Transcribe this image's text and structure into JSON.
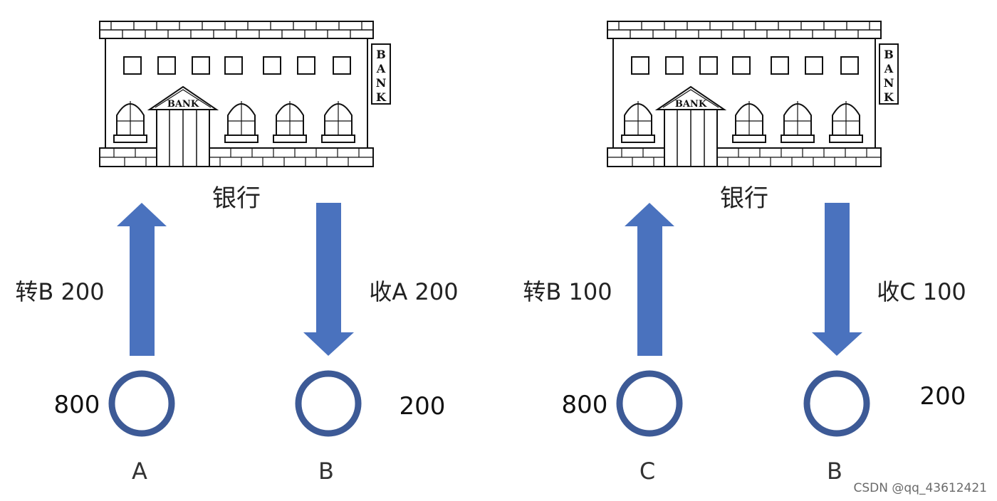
{
  "colors": {
    "arrow": "#4A72BE",
    "node_ring": "#3D5A96",
    "ink": "#111111"
  },
  "left_panel": {
    "bank_label": "银行",
    "sign_letters": [
      "B",
      "A",
      "N",
      "K"
    ],
    "pediment_text": "BANK",
    "send": {
      "label": "转B 200"
    },
    "receive": {
      "label": "收A 200"
    },
    "sender": {
      "name": "A",
      "balance": "800"
    },
    "receiver": {
      "name": "B",
      "balance": "200"
    }
  },
  "right_panel": {
    "bank_label": "银行",
    "sign_letters": [
      "B",
      "A",
      "N",
      "K"
    ],
    "pediment_text": "BANK",
    "send": {
      "label": "转B 100"
    },
    "receive": {
      "label": "收C 100"
    },
    "sender": {
      "name": "C",
      "balance": "800"
    },
    "receiver": {
      "name": "B",
      "balance": "200"
    }
  },
  "watermark": "CSDN @qq_43612421"
}
